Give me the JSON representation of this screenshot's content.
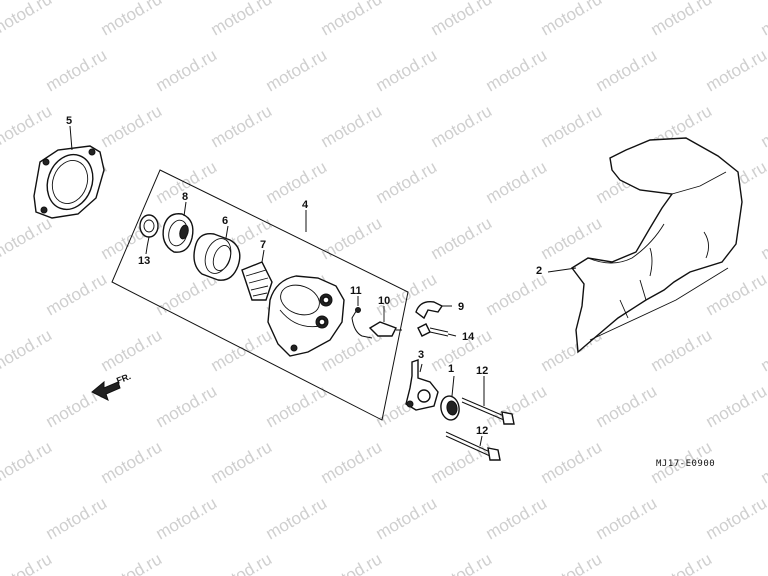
{
  "watermark": "motod.ru",
  "diagram_code": "MJ17-E0900",
  "front_marker": "FR.",
  "callouts": [
    "1",
    "2",
    "3",
    "4",
    "5",
    "6",
    "7",
    "8",
    "9",
    "10",
    "11",
    "12",
    "12",
    "13",
    "14"
  ]
}
